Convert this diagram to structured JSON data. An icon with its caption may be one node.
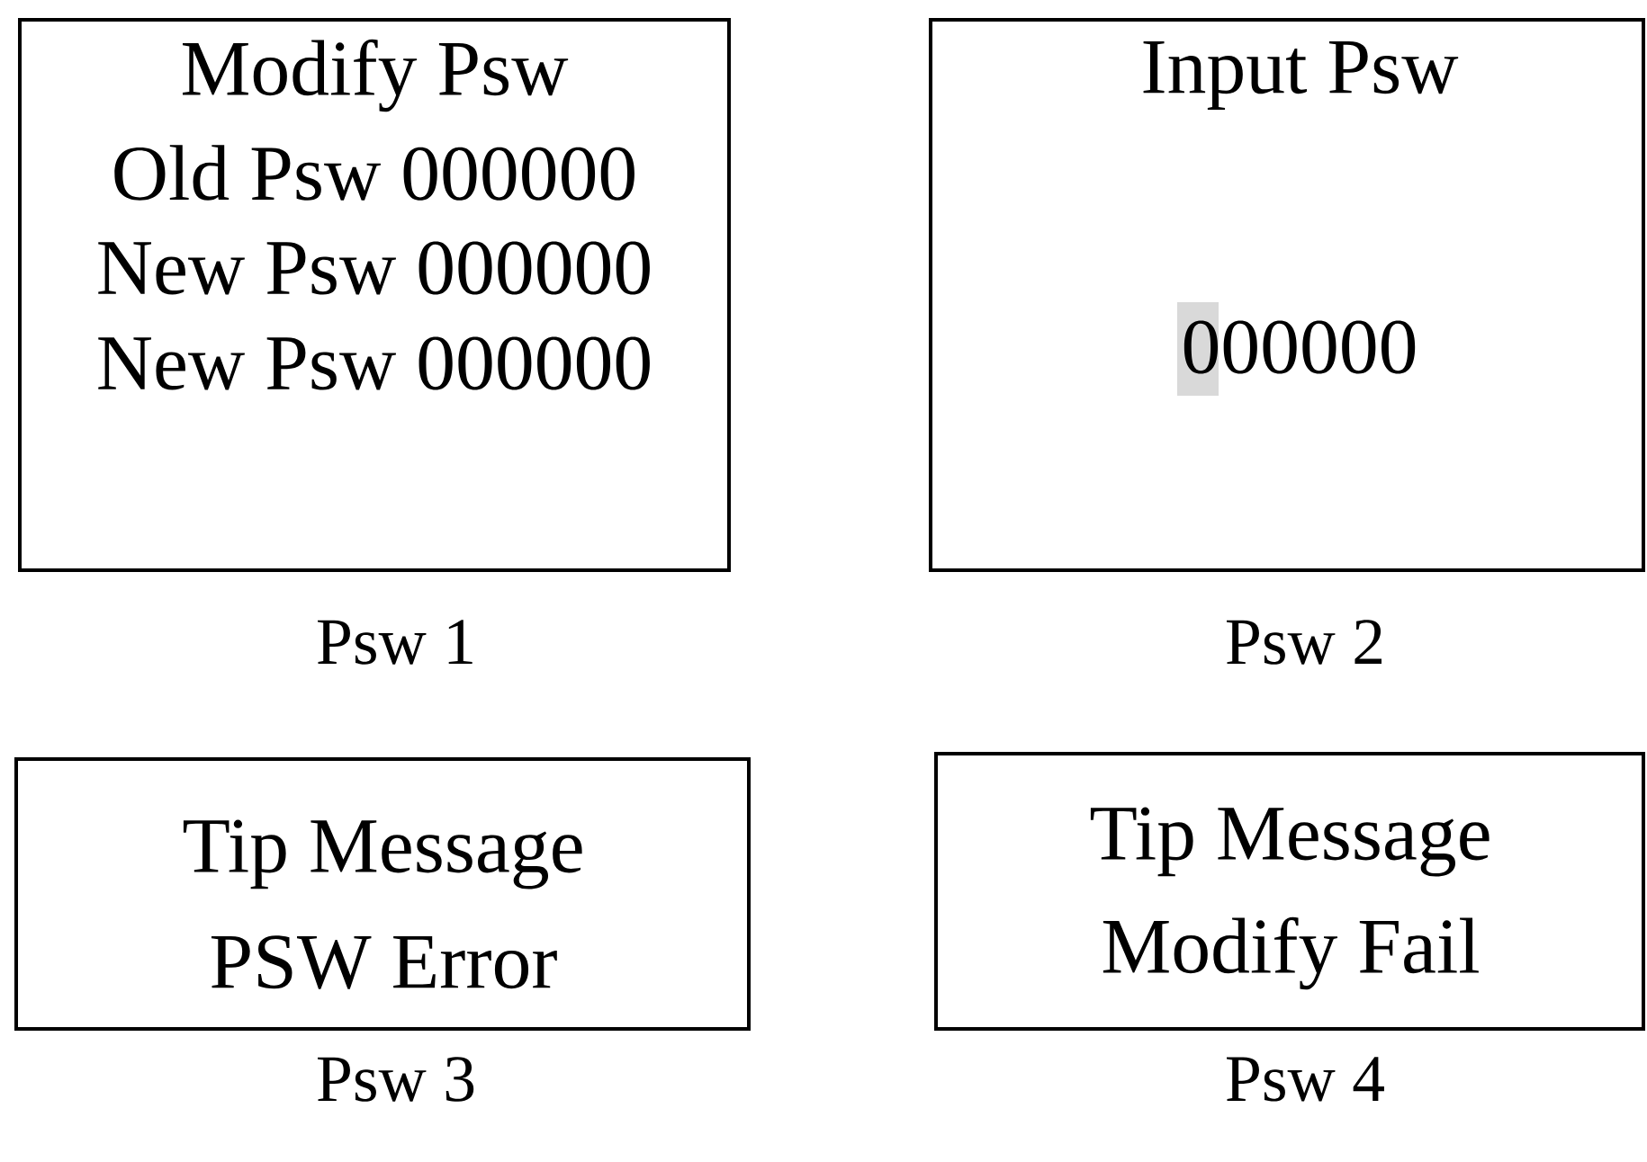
{
  "diagram": {
    "nodes": [
      {
        "text": [
          "Modify Psw",
          "Old Psw 000000",
          "New Psw 000000",
          "New Psw 000000"
        ],
        "beside": [
          "Psw 1"
        ]
      },
      {
        "text": [
          "Input Psw",
          "000000"
        ],
        "beside": [
          "Psw 2"
        ]
      },
      {
        "text": [
          "Tip Message",
          "PSW Error"
        ],
        "beside": [
          "Psw 3"
        ]
      },
      {
        "text": [
          "Tip Message",
          "Modify Fail"
        ],
        "beside": [
          "Psw 4"
        ]
      }
    ]
  }
}
